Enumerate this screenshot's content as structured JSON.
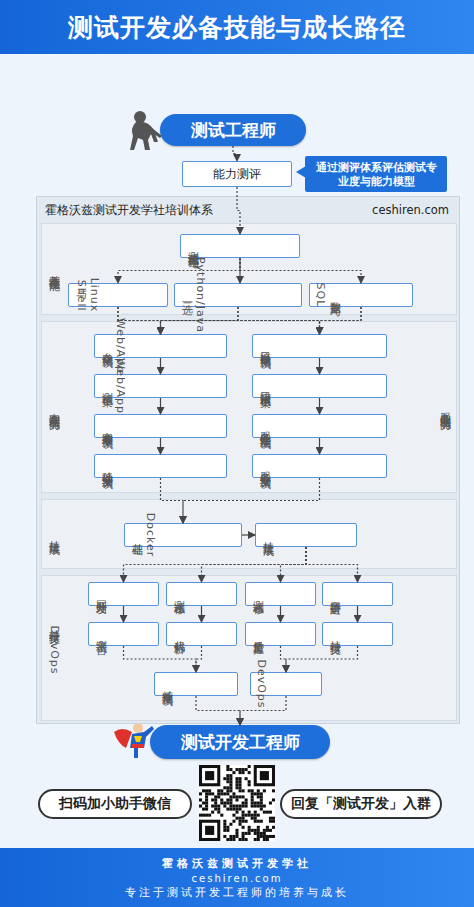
{
  "diagram": {
    "title": "测试开发必备技能与成长路径",
    "nodes": [
      {
        "text": [
          "测试工程师"
        ]
      },
      {
        "text": [
          "能力测评"
        ]
      },
      {
        "text": [
          "通过测评体系评估测试专业度与能力模型"
        ]
      },
      {
        "text": [
          "霍格沃兹测试开发学社培训体系",
          "ceshiren.com"
        ]
      },
      {
        "text": [
          "基本测试技能"
        ],
        "in": 3
      },
      {
        "text": [
          "测试流程与理论"
        ],
        "in": 4
      },
      {
        "text": [
          "Linux与Shell"
        ],
        "in": 4
      },
      {
        "text": [
          "Python/Java二选一"
        ],
        "in": 4
      },
      {
        "text": [
          "数据库与SQL"
        ],
        "in": 4
      },
      {
        "text": [
          "客户端测试能力",
          "服务端测试能力"
        ],
        "in": 3
      },
      {
        "text": [
          "Web/App自动化测试"
        ],
        "in": 9
      },
      {
        "text": [
          "接口自动化测试"
        ],
        "in": 9
      },
      {
        "text": [
          "Web/App测试框架"
        ],
        "in": 9
      },
      {
        "text": [
          "接口测试框架"
        ],
        "in": 9
      },
      {
        "text": [
          "客户端专项测试"
        ],
        "in": 9
      },
      {
        "text": [
          "服务端性能测试"
        ],
        "in": 9
      },
      {
        "text": [
          "移动端安全测试"
        ],
        "in": 9
      },
      {
        "text": [
          "服务端安全测试"
        ],
        "in": 9
      },
      {
        "text": [
          "持续集成"
        ],
        "in": 3
      },
      {
        "text": [
          "Docker基础"
        ],
        "in": 18
      },
      {
        "text": [
          "持续集成"
        ],
        "in": 18
      },
      {
        "text": [
          "持续交付DevOps"
        ],
        "in": 3
      },
      {
        "text": [
          "网站开发"
        ],
        "in": 21
      },
      {
        "text": [
          "测试左移"
        ],
        "in": 21
      },
      {
        "text": [
          "测试右移"
        ],
        "in": 21
      },
      {
        "text": [
          "容器进阶"
        ],
        "in": 21
      },
      {
        "text": [
          "测试平台"
        ],
        "in": 21
      },
      {
        "text": [
          "代码分析"
        ],
        "in": 21
      },
      {
        "text": [
          "质量监控"
        ],
        "in": 21
      },
      {
        "text": [
          "持续交付"
        ],
        "in": 21
      },
      {
        "text": [
          "精准化测试"
        ],
        "in": 21
      },
      {
        "text": [
          "DevOps"
        ],
        "in": 21
      },
      {
        "text": [
          "测试开发工程师"
        ]
      },
      {
        "text": [
          "扫码加小助手微信"
        ]
      },
      {
        "text": [
          "回复「测试开发」入群"
        ]
      },
      {
        "text": [
          "霍格沃兹测试开发学社",
          "ceshiren.com",
          "专注于测试开发工程师的培养与成长"
        ]
      }
    ],
    "edges": [
      {
        "from": 0,
        "to": 1,
        "arrow": "to"
      },
      {
        "from": 1,
        "to": 5,
        "arrow": "to"
      },
      {
        "from": 5,
        "to": 6,
        "arrow": "to"
      },
      {
        "from": 5,
        "to": 7,
        "arrow": "to"
      },
      {
        "from": 5,
        "to": 8,
        "arrow": "to"
      },
      {
        "from": 6,
        "to": 10,
        "arrow": "to"
      },
      {
        "from": 6,
        "to": 11,
        "arrow": "to"
      },
      {
        "from": 7,
        "to": 10,
        "arrow": "to"
      },
      {
        "from": 7,
        "to": 11,
        "arrow": "to"
      },
      {
        "from": 8,
        "to": 10,
        "arrow": "to"
      },
      {
        "from": 8,
        "to": 11,
        "arrow": "to"
      },
      {
        "from": 10,
        "to": 12,
        "arrow": "to"
      },
      {
        "from": 12,
        "to": 14,
        "arrow": "to"
      },
      {
        "from": 14,
        "to": 16,
        "arrow": "to"
      },
      {
        "from": 11,
        "to": 13,
        "arrow": "to"
      },
      {
        "from": 13,
        "to": 15,
        "arrow": "to"
      },
      {
        "from": 15,
        "to": 17,
        "arrow": "to"
      },
      {
        "from": 16,
        "to": 19,
        "arrow": "to"
      },
      {
        "from": 17,
        "to": 19,
        "arrow": "to"
      },
      {
        "from": 19,
        "to": 20,
        "arrow": "to"
      },
      {
        "from": 20,
        "to": 22,
        "arrow": "to"
      },
      {
        "from": 20,
        "to": 23,
        "arrow": "to"
      },
      {
        "from": 20,
        "to": 24,
        "arrow": "to"
      },
      {
        "from": 20,
        "to": 25,
        "arrow": "to"
      },
      {
        "from": 22,
        "to": 26,
        "arrow": "to"
      },
      {
        "from": 23,
        "to": 27,
        "arrow": "to"
      },
      {
        "from": 24,
        "to": 28,
        "arrow": "to"
      },
      {
        "from": 25,
        "to": 29,
        "arrow": "to"
      },
      {
        "from": 26,
        "to": 30,
        "arrow": "to"
      },
      {
        "from": 27,
        "to": 30,
        "arrow": "to"
      },
      {
        "from": 28,
        "to": 31,
        "arrow": "to"
      },
      {
        "from": 29,
        "to": 31,
        "arrow": "to"
      },
      {
        "from": 30,
        "to": 32,
        "arrow": "to"
      },
      {
        "from": 31,
        "to": 32,
        "arrow": "to"
      }
    ]
  }
}
